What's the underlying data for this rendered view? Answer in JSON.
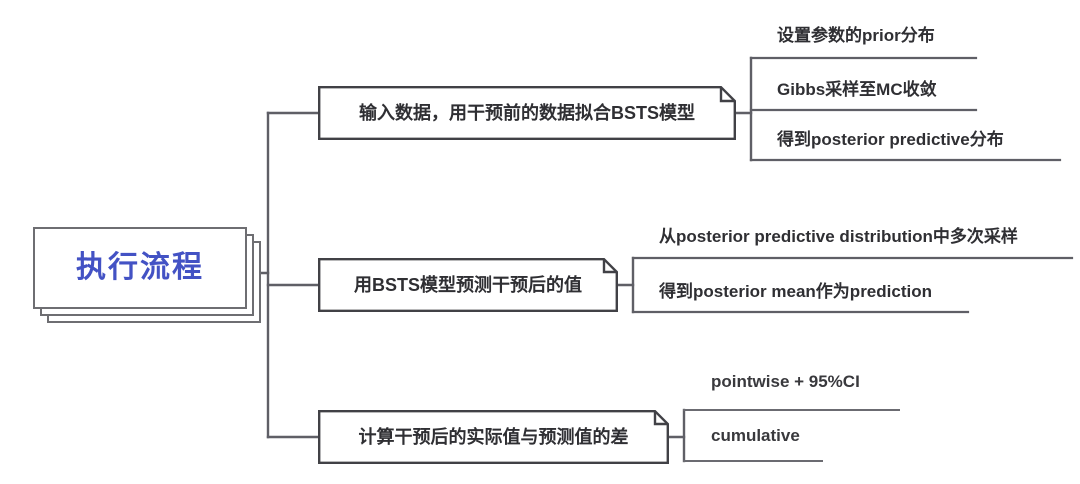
{
  "diagram": {
    "type": "mindmap",
    "background_color": "#ffffff",
    "root": {
      "label": "执行流程",
      "text_color": "#4352c4",
      "border_color": "#6e6e72",
      "style": "stacked-cards"
    },
    "branch_style": {
      "shape": "folded-corner-note",
      "border_color": "#414146",
      "text_color": "#2f2f33"
    },
    "connector_color": "#5f5f66",
    "branches": [
      {
        "label": "输入数据，用干预前的数据拟合BSTS模型",
        "leaves": [
          {
            "label": "设置参数的prior分布"
          },
          {
            "label": "Gibbs采样至MC收敛"
          },
          {
            "label": "得到posterior predictive分布"
          }
        ]
      },
      {
        "label": "用BSTS模型预测干预后的值",
        "leaves": [
          {
            "label": "从posterior predictive distribution中多次采样"
          },
          {
            "label": "得到posterior mean作为prediction"
          }
        ]
      },
      {
        "label": "计算干预后的实际值与预测值的差",
        "leaves": [
          {
            "label": "pointwise + 95%CI"
          },
          {
            "label": "cumulative"
          }
        ]
      }
    ]
  }
}
